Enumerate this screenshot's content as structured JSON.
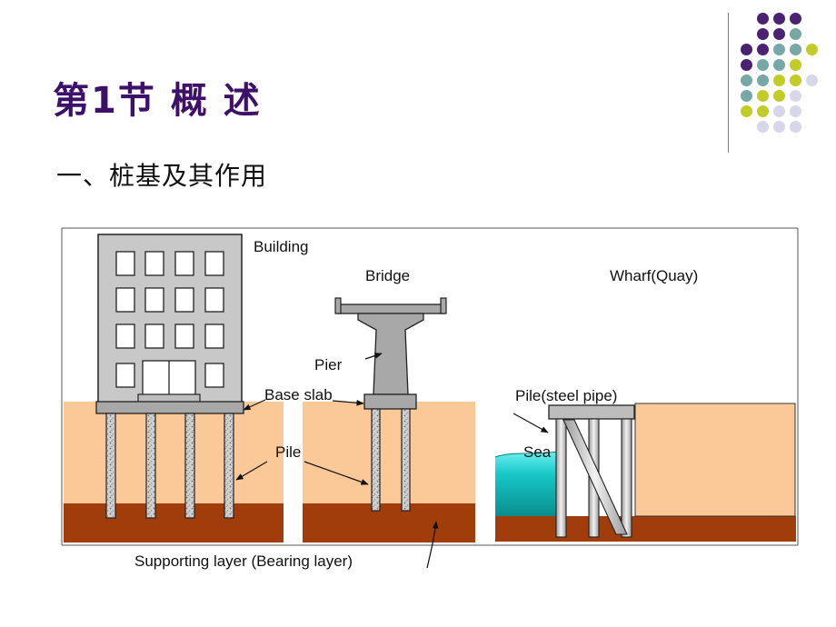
{
  "title": "第1节  概  述",
  "subtitle": "一、桩基及其作用",
  "colors": {
    "title": "#3d1167",
    "dot_purple": "#4b2174",
    "dot_teal": "#78a7a7",
    "dot_yellow": "#c2cc27",
    "dot_lavender": "#d7d6ea",
    "soil_light": "#fbc998",
    "bearing_layer": "#a03d0b",
    "building": "#c8c8c8",
    "sea": "#17c8c8"
  },
  "diagram": {
    "labels": {
      "building": "Building",
      "bridge": "Bridge",
      "wharf": "Wharf(Quay)",
      "pier": "Pier",
      "base_slab": "Base slab",
      "pile": "Pile",
      "pile_steel": "Pile(steel pipe)",
      "sea": "Sea",
      "supporting_layer": "Supporting layer (Bearing layer)"
    }
  }
}
